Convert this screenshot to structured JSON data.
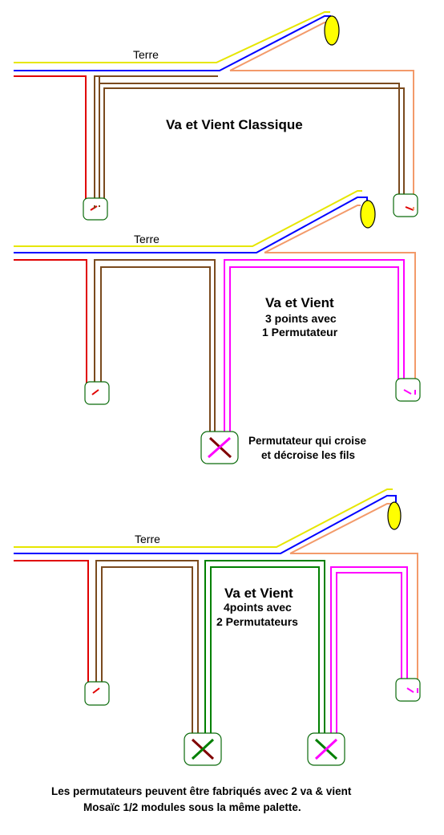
{
  "colors": {
    "earth": "#e6e600",
    "neutral": "#0000ff",
    "phase": "#e00000",
    "return": "#7a4a1e",
    "lamp_return": "#f39a6a",
    "traveller_pink": "#ff00ff",
    "traveller_green": "#008000",
    "permutateur_brown": "#800000",
    "box_stroke": "#0a6a0a",
    "lamp_fill": "#ffff00"
  },
  "diagram1": {
    "earth_label": "Terre",
    "title": "Va et Vient Classique"
  },
  "diagram2": {
    "earth_label": "Terre",
    "title": "Va et Vient",
    "subtitle_1": "3 points avec",
    "subtitle_2": "1 Permutateur",
    "note_1": "Permutateur qui croise",
    "note_2": "et décroise les fils"
  },
  "diagram3": {
    "earth_label": "Terre",
    "title": "Va et Vient",
    "subtitle_1": "4points avec",
    "subtitle_2": "2 Permutateurs"
  },
  "footer": {
    "line_1": "Les permutateurs peuvent être fabriqués avec 2 va & vient",
    "line_2": "Mosaïc 1/2 modules sous la même palette."
  }
}
